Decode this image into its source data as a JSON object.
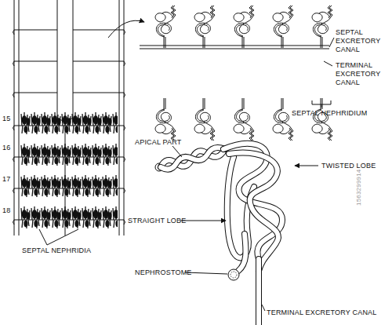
{
  "diagram": {
    "labels": [
      "15",
      "16",
      "17",
      "18",
      "SEPTAL NEPHRIDIA",
      "SEPTAL EXCRETORY CANAL",
      "TERMINAL EXCRETORY CANAL",
      "SEPTAL NEPHRIDIUM",
      "APICAL PART",
      "TWISTED LOBE",
      "STRAIGHT LOBE",
      "NEPHROSTOME",
      "TERMINAL EXCRETORY CANAL",
      "1563299914"
    ]
  }
}
